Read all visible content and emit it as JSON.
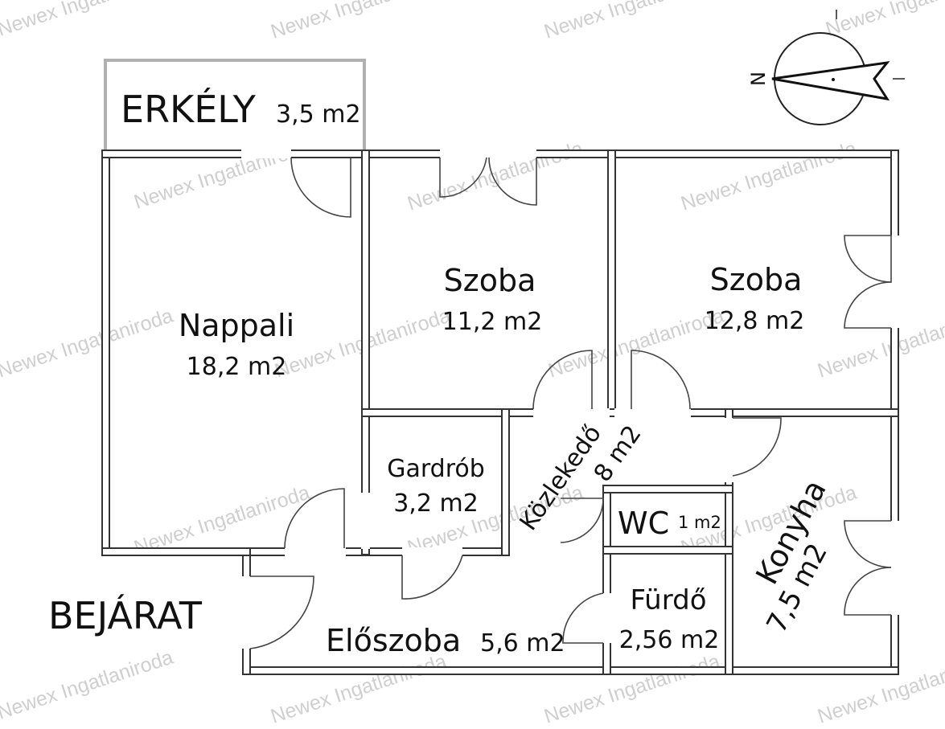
{
  "watermark": "Newex Ingatlaniroda",
  "compass": {
    "letter": "N"
  },
  "rooms": {
    "erkely": {
      "name": "ERKÉLY",
      "area": "3,5 m2"
    },
    "nappali": {
      "name": "Nappali",
      "area": "18,2 m2"
    },
    "szoba1": {
      "name": "Szoba",
      "area": "11,2 m2"
    },
    "szoba2": {
      "name": "Szoba",
      "area": "12,8 m2"
    },
    "gardrob": {
      "name": "Gardrób",
      "area": "3,2 m2"
    },
    "kozlekedo": {
      "name": "Közlekedő",
      "area": "8 m2"
    },
    "wc": {
      "name": "WC",
      "area": "1 m2"
    },
    "furdo": {
      "name": "Fürdő",
      "area": "2,56 m2"
    },
    "konyha": {
      "name": "Konyha",
      "area": "7,5 m2"
    },
    "eloszoba": {
      "name": "Előszoba",
      "area": "5,6 m2"
    }
  },
  "entrance": {
    "label": "BEJÁRAT"
  }
}
